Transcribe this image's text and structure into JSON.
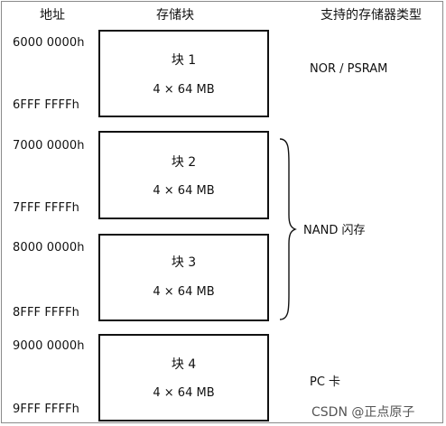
{
  "headers": {
    "address": "地址",
    "block": "存储块",
    "types": "支持的存储器类型"
  },
  "blocks": [
    {
      "name": "块 1",
      "size": "4 × 64 MB",
      "start": "6000 0000h",
      "end": "6FFF FFFFh"
    },
    {
      "name": "块 2",
      "size": "4 × 64 MB",
      "start": "7000 0000h",
      "end": "7FFF FFFFh"
    },
    {
      "name": "块 3",
      "size": "4 × 64 MB",
      "start": "8000 0000h",
      "end": "8FFF FFFFh"
    },
    {
      "name": "块 4",
      "size": "4 × 64 MB",
      "start": "9000 0000h",
      "end": "9FFF FFFFh"
    }
  ],
  "memory_types": {
    "bank1": "NOR / PSRAM",
    "bank23": "NAND 闪存",
    "bank4": "PC 卡"
  },
  "watermark": "CSDN @正点原子"
}
